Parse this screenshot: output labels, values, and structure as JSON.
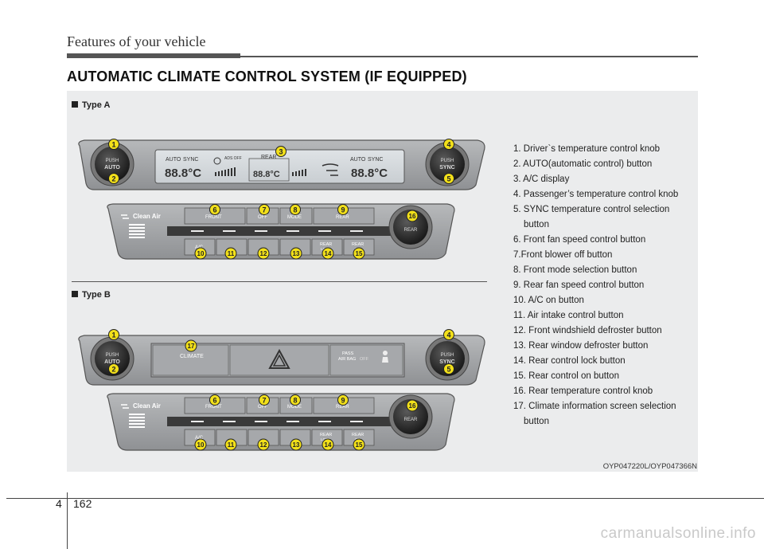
{
  "header": {
    "title": "Features of your vehicle"
  },
  "section_title": "AUTOMATIC CLIMATE CONTROL SYSTEM (IF EQUIPPED)",
  "type_a_label": "Type A",
  "type_b_label": "Type B",
  "legend": [
    "1. Driver`s temperature control knob",
    "2. AUTO(automatic control) button",
    "3. A/C display",
    "4. Passenger’s temperature control knob",
    "5. SYNC temperature control selection button",
    "6. Front fan speed control button",
    "7.Front blower off button",
    "8. Front mode selection button",
    "9. Rear fan speed control button",
    "10. A/C on button",
    "11. Air intake control button",
    "12. Front windshield defroster button",
    "13. Rear window defroster button",
    "14. Rear control lock button",
    "15. Rear control on button",
    "16. Rear temperature control knob",
    "17. Climate information screen selection button"
  ],
  "image_code": "OYP047220L/OYP047366N",
  "page": {
    "chapter": "4",
    "number": "162"
  },
  "watermark": "carmanualsonline.info",
  "panel_labels": {
    "push": "PUSH",
    "auto": "AUTO",
    "sync": "SYNC",
    "clean_air": "Clean Air",
    "front": "FRONT",
    "off": "OFF",
    "mode": "MODE",
    "rear": "REAR",
    "ac": "A/C",
    "rear_lock": "REAR",
    "lock": "LOCK",
    "on": "ON",
    "climate": "CLIMATE",
    "pass": "PASS",
    "air_bag": "AIR BAG",
    "off_small": "OFF",
    "ads_off": "ADS OFF",
    "display_auto": "AUTO",
    "display_sync": "SYNC",
    "display_rear": "REAR",
    "temp_left": "88.8°C",
    "temp_mid": "88.8°C",
    "temp_right": "88.8°C"
  },
  "callouts": [
    "1",
    "2",
    "3",
    "4",
    "5",
    "6",
    "7",
    "8",
    "9",
    "10",
    "11",
    "12",
    "13",
    "14",
    "15",
    "16",
    "17"
  ],
  "colors": {
    "callout": "#f2e01a",
    "panel_bg": "#ebeced",
    "knob": "#2a2a2a"
  }
}
